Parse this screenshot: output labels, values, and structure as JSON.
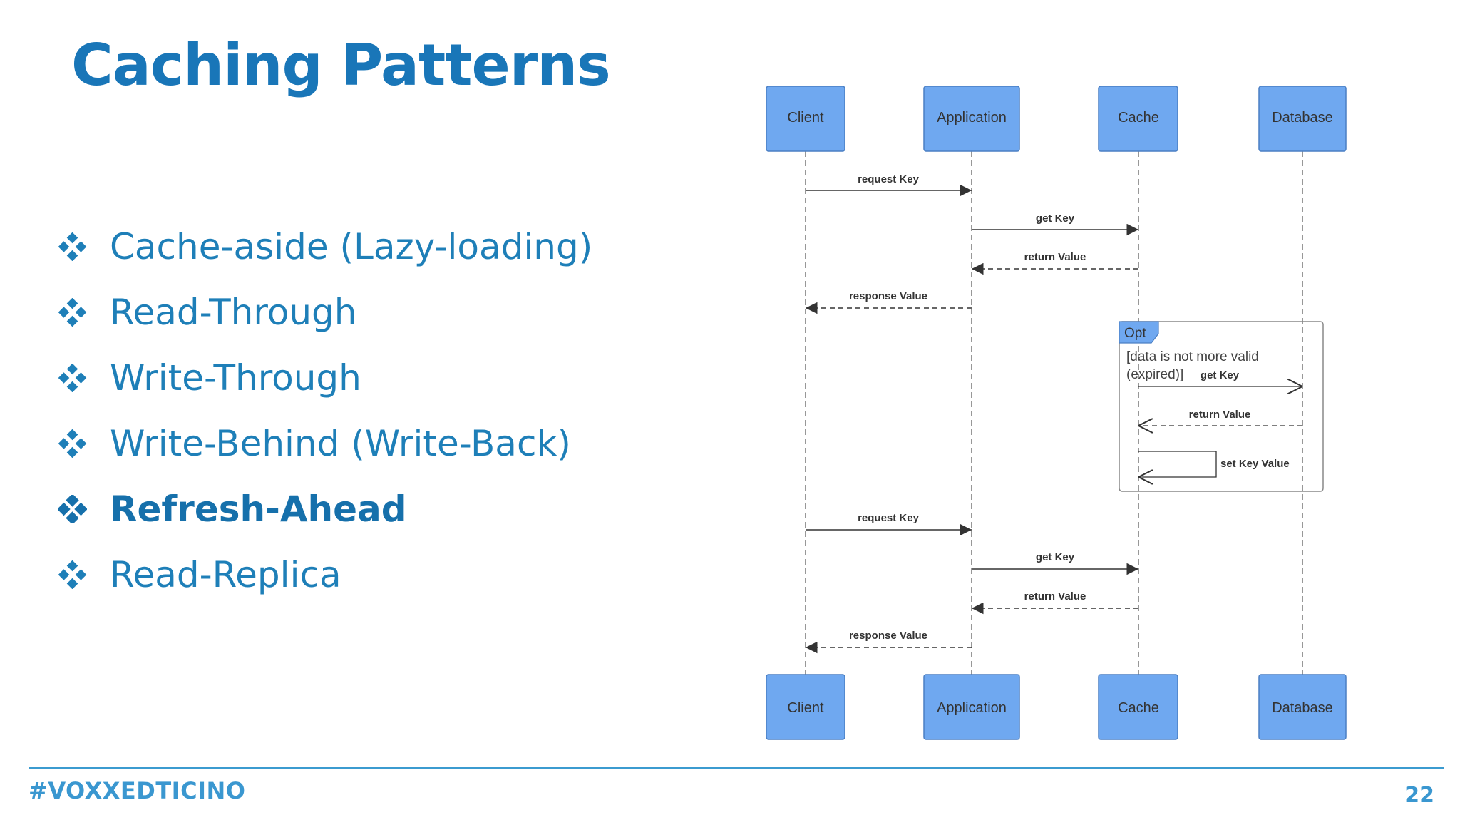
{
  "slide": {
    "title": "Caching Patterns",
    "bullets": [
      {
        "label": "Cache-aside (Lazy-loading)",
        "active": false
      },
      {
        "label": "Read-Through",
        "active": false
      },
      {
        "label": "Write-Through",
        "active": false
      },
      {
        "label": "Write-Behind (Write-Back)",
        "active": false
      },
      {
        "label": "Refresh-Ahead",
        "active": true
      },
      {
        "label": "Read-Replica",
        "active": false
      }
    ],
    "bullet_icon": "diamond-cluster-icon",
    "colors": {
      "accent": "#1976b8",
      "lifeline_box": "#6fa8f0"
    }
  },
  "diagram": {
    "participants": [
      "Client",
      "Application",
      "Cache",
      "Database"
    ],
    "messages": [
      {
        "label": "request Key",
        "from": 0,
        "to": 1,
        "kind": "call"
      },
      {
        "label": "get Key",
        "from": 1,
        "to": 2,
        "kind": "call"
      },
      {
        "label": "return Value",
        "from": 2,
        "to": 1,
        "kind": "return"
      },
      {
        "label": "response Value",
        "from": 1,
        "to": 0,
        "kind": "return"
      },
      {
        "label": "get Key",
        "from": 2,
        "to": 3,
        "kind": "call-open"
      },
      {
        "label": "return Value",
        "from": 3,
        "to": 2,
        "kind": "return-open"
      },
      {
        "label": "set Key Value",
        "from": 2,
        "to": 2,
        "kind": "self"
      },
      {
        "label": "request Key",
        "from": 0,
        "to": 1,
        "kind": "call"
      },
      {
        "label": "get Key",
        "from": 1,
        "to": 2,
        "kind": "call"
      },
      {
        "label": "return Value",
        "from": 2,
        "to": 1,
        "kind": "return"
      },
      {
        "label": "response Value",
        "from": 1,
        "to": 0,
        "kind": "return"
      }
    ],
    "fragment": {
      "operator": "Opt",
      "guard_line1": "[data is not more valid",
      "guard_line2": "(expired)]"
    }
  },
  "footer": {
    "hashtag": "#VOXXEDTICINO",
    "page": "22"
  }
}
